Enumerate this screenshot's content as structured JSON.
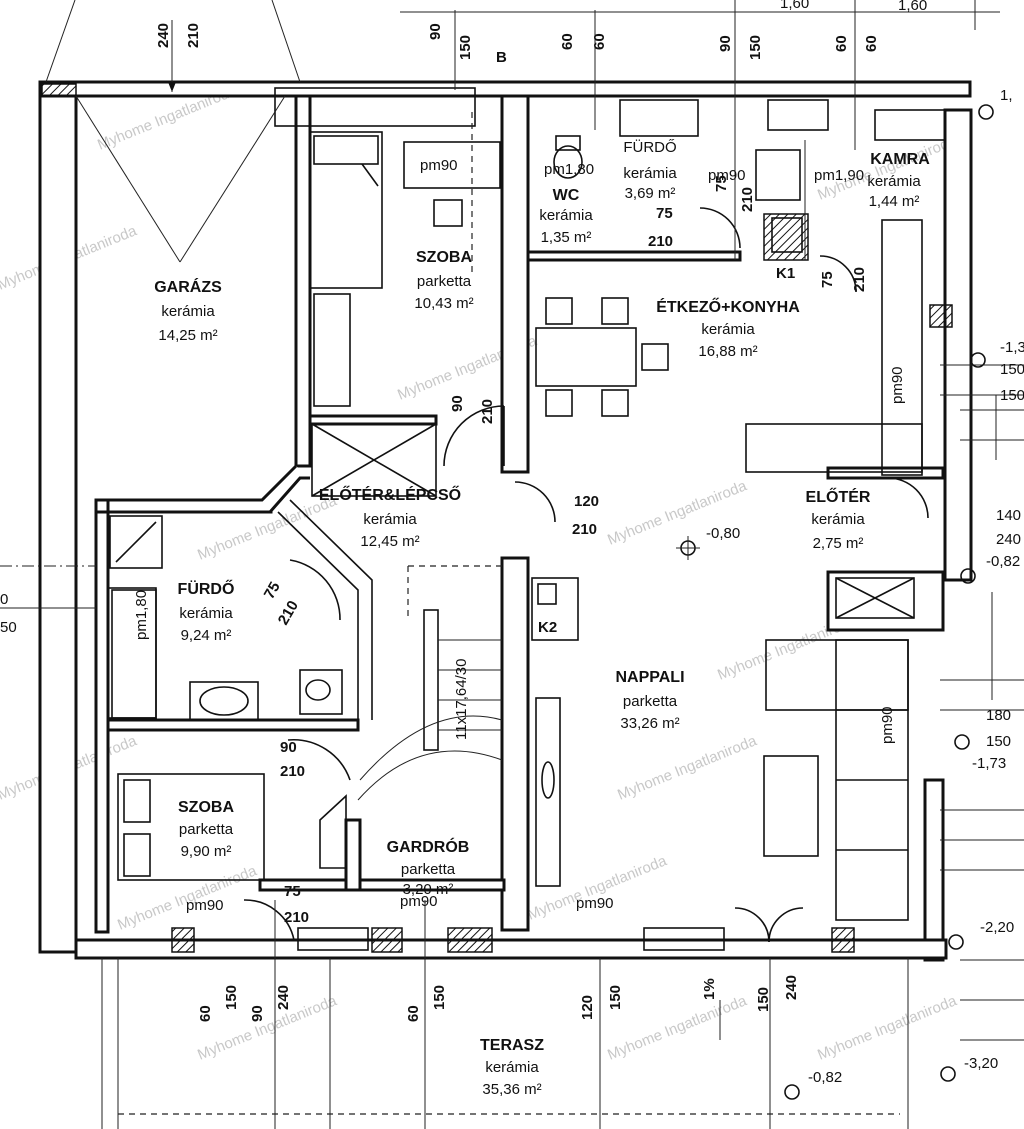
{
  "rooms": {
    "garazs": {
      "name": "GARÁZS",
      "mat": "kerámia",
      "area": "14,25 m²"
    },
    "szoba1": {
      "name": "SZOBA",
      "mat": "parketta",
      "area": "10,43 m²"
    },
    "furdo1": {
      "name": "FÜRDŐ",
      "mat": "kerámia",
      "area": "3,69 m²"
    },
    "wc": {
      "name": "WC",
      "mat": "kerámia",
      "area": "1,35 m²"
    },
    "kamra": {
      "name": "KAMRA",
      "mat": "kerámia",
      "area": "1,44 m²"
    },
    "etkezo": {
      "name": "ÉTKEZŐ+KONYHA",
      "mat": "kerámia",
      "area": "16,88 m²"
    },
    "eloter_lepcso": {
      "name": "ELŐTÉR&LÉPCSŐ",
      "mat": "kerámia",
      "area": "12,45 m²"
    },
    "eloter": {
      "name": "ELŐTÉR",
      "mat": "kerámia",
      "area": "2,75 m²"
    },
    "furdo2": {
      "name": "FÜRDŐ",
      "mat": "kerámia",
      "area": "9,24 m²"
    },
    "nappali": {
      "name": "NAPPALI",
      "mat": "parketta",
      "area": "33,26 m²"
    },
    "szoba2": {
      "name": "SZOBA",
      "mat": "parketta",
      "area": "9,90 m²"
    },
    "gardrob": {
      "name": "GARDRÓB",
      "mat": "parketta",
      "area": "3,20 m²"
    },
    "terasz": {
      "name": "TERASZ",
      "mat": "kerámia",
      "area": "35,36 m²"
    }
  },
  "dims": {
    "d240": "240",
    "d210": "210",
    "d90": "90",
    "d150": "150",
    "d60": "60",
    "d160": "1,60",
    "pm90": "pm90",
    "pm180": "pm1,80",
    "pm1_90": "pm1,90",
    "d75": "75",
    "d120": "120",
    "d140": "140",
    "d180": "180",
    "d1": "1,",
    "lvl_080": "-0,80",
    "lvl_082": "-0,82",
    "lvl_13": "-1,3",
    "lvl_173": "-1,73",
    "lvl_220": "-2,20",
    "lvl_320": "-3,20",
    "lvl_082b": "-0,82",
    "stair": "11x17,64/30",
    "k1": "K1",
    "k2": "K2",
    "slope": "1%",
    "B": "B",
    "left0": "0",
    "left50": "50",
    "r150a": "150",
    "r150b": "150",
    "r240": "240"
  },
  "watermark": "Myhome Ingatlaniroda"
}
